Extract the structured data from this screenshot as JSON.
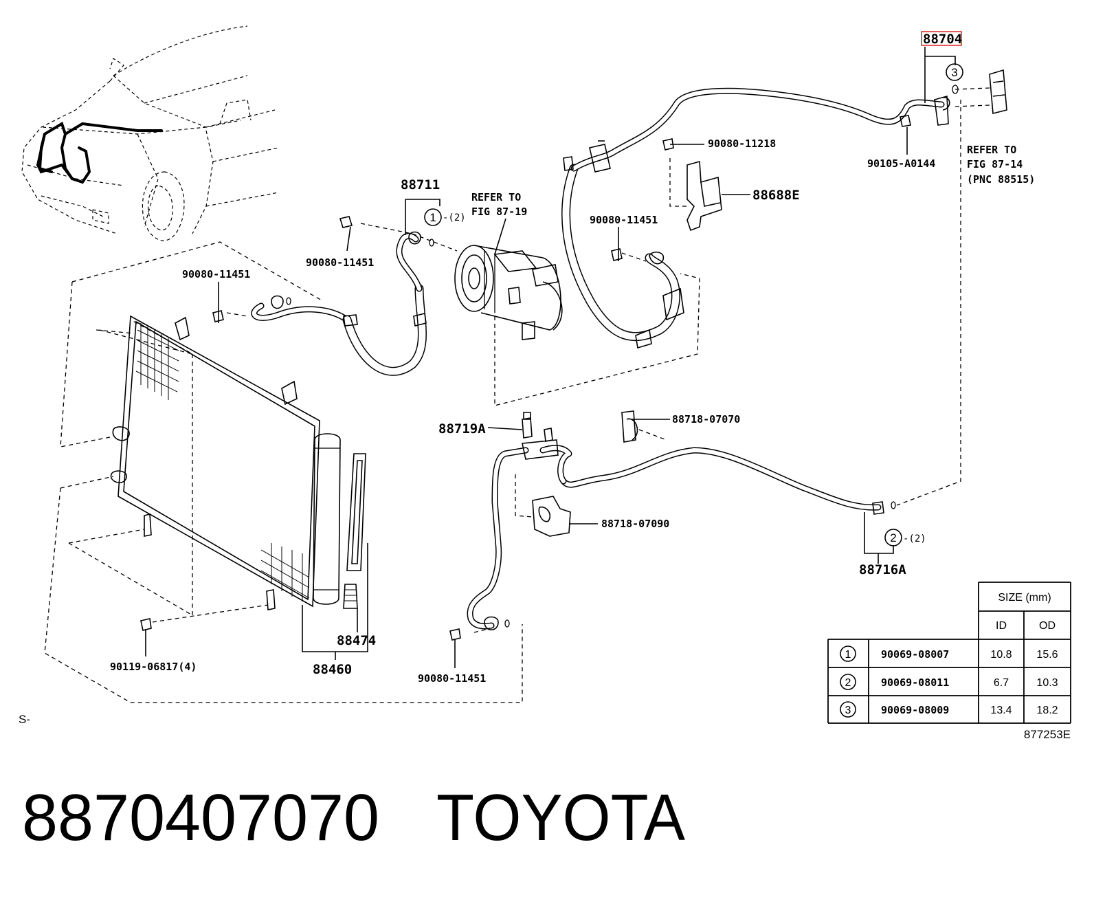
{
  "diagram": {
    "highlighted_part": "88704",
    "highlight_color": "#e02020",
    "labels": {
      "p88704": "88704",
      "p90105_A0144": "90105-A0144",
      "refer_87_14_a": "REFER TO",
      "refer_87_14_b": "FIG 87-14",
      "refer_87_14_c": "(PNC 88515)",
      "p90080_11218": "90080-11218",
      "p88688E": "88688E",
      "p88711": "88711",
      "refer_87_19_a": "REFER TO",
      "refer_87_19_b": "FIG 87-19",
      "p90080_11451_a": "90080-11451",
      "p90080_11451_b": "90080-11451",
      "p90080_11451_c": "90080-11451",
      "p90080_11451_d": "90080-11451",
      "p88719A": "88719A",
      "p88718_07070": "88718-07070",
      "p88718_07090": "88718-07090",
      "p88716A": "88716A",
      "p88474": "88474",
      "p88460": "88460",
      "p90119_06817": "90119-06817(4)",
      "s_mark": "S-",
      "qty_1": "-(2)",
      "qty_2": "-(2)",
      "circle_1": "1",
      "circle_2": "2",
      "circle_3": "3"
    },
    "size_table": {
      "header": "SIZE (mm)",
      "col_id": "ID",
      "col_od": "OD",
      "rows": [
        {
          "mark": "1",
          "part": "90069-08007",
          "id": "10.8",
          "od": "15.6"
        },
        {
          "mark": "2",
          "part": "90069-08011",
          "id": "6.7",
          "od": "10.3"
        },
        {
          "mark": "3",
          "part": "90069-08009",
          "id": "13.4",
          "od": "18.2"
        }
      ]
    },
    "figure_code": "877253E"
  },
  "caption": {
    "part_number": "8870407070",
    "brand": "TOYOTA"
  }
}
